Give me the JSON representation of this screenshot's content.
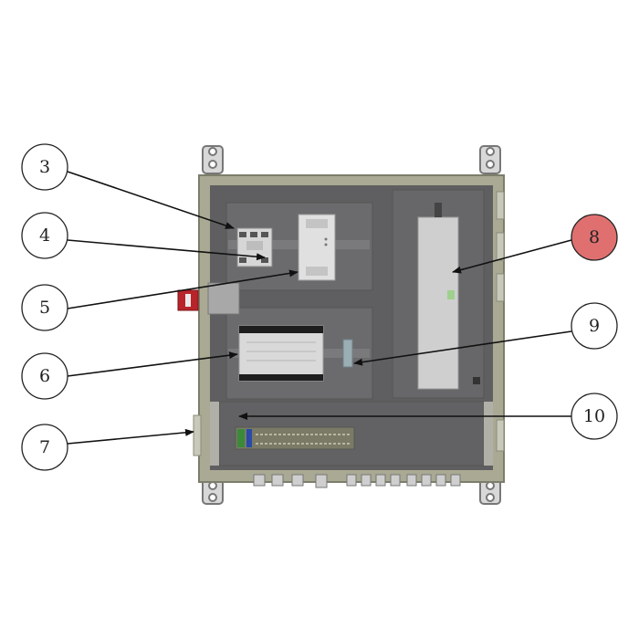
{
  "callouts": [
    {
      "id": "3",
      "label": "3",
      "highlight": false
    },
    {
      "id": "4",
      "label": "4",
      "highlight": false
    },
    {
      "id": "5",
      "label": "5",
      "highlight": false
    },
    {
      "id": "6",
      "label": "6",
      "highlight": false
    },
    {
      "id": "7",
      "label": "7",
      "highlight": false
    },
    {
      "id": "8",
      "label": "8",
      "highlight": true
    },
    {
      "id": "9",
      "label": "9",
      "highlight": false
    },
    {
      "id": "10",
      "label": "10",
      "highlight": false
    }
  ],
  "colors": {
    "enclosure_frame": "#a9a994",
    "enclosure_interior": "#5f5f61",
    "mounting_plate": "#6b6b6d",
    "component_light": "#d4d4d4",
    "red_switch": "#b8242a",
    "highlight_fill": "#e07070",
    "callout_outline": "#222222",
    "arrow": "#111111"
  }
}
